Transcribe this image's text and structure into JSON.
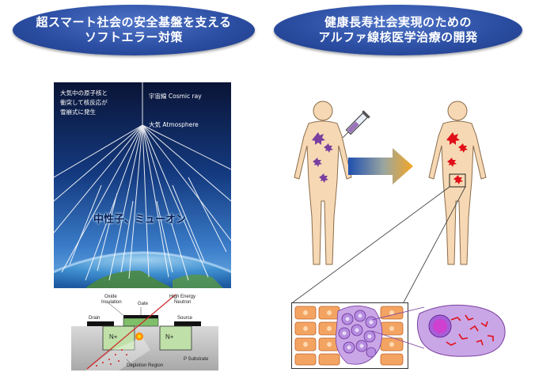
{
  "headers": {
    "left": {
      "line1": "超スマート社会の安全基盤を支える",
      "line2": "ソフトエラー対策"
    },
    "right": {
      "line1": "健康長寿社会実現のための",
      "line2": "アルファ線核医学治療の開発"
    }
  },
  "cosmic_panel": {
    "shower_note": [
      "大気中の原子核と",
      "衝突して核反応が",
      "雪崩式に発生"
    ],
    "cosmic_ray": "宇宙線 Cosmic ray",
    "atmosphere": "大気 Atmosphere",
    "particles": "中性子、ミューオン"
  },
  "transistor": {
    "oxide": "Oxide",
    "insulation": "Insulation",
    "gate": "Gate",
    "neutron_line1": "High Energy",
    "neutron_line2": "Neutron",
    "drain": "Drain",
    "source": "Source",
    "n_plus_left": "N+",
    "n_plus_right": "N+",
    "depletion": "Depletion Region",
    "substrate": "P Substrate"
  },
  "colors": {
    "header_blue": "#2c4fa4",
    "sky_dark": "#0a1c4a",
    "arrow_orange": "#f5a623",
    "tumor_purple": "#7a3fa0",
    "tumor_red": "#e0101a"
  }
}
